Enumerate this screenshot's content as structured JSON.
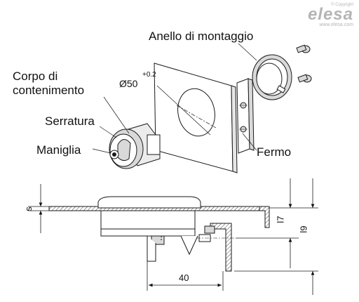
{
  "brand": {
    "copyright": "© Copyright",
    "name": "elesa",
    "website": "www.elesa.com"
  },
  "labels": {
    "mounting_ring": "Anello di montaggio",
    "body_line1": "Corpo di",
    "body_line2": "contenimento",
    "lock": "Serratura",
    "handle": "Maniglia",
    "stop": "Fermo",
    "diameter": "Ø50",
    "tolerance": "+0.2"
  },
  "dimensions": {
    "s": "s",
    "l7": "l7",
    "l9": "l9",
    "width": "40"
  },
  "colors": {
    "line": "#1a1a1a",
    "part_gray": "#d9d9d9",
    "brand_gray": "#b5b5b5"
  }
}
